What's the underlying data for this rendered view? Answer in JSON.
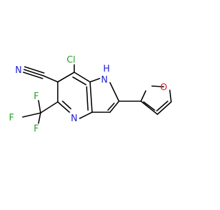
{
  "molecule": {
    "atoms": {
      "cl": "Cl",
      "n_nitrile": "N",
      "nh": "H",
      "nh_n": "N",
      "n_ring": "N",
      "o": "O",
      "f_top": "F",
      "f_left": "F",
      "f_bottom": "F"
    }
  },
  "colors": {
    "bond": "#000000",
    "nitrogen": "#1c1cd0",
    "oxygen": "#e02020",
    "chlorine": "#22a022",
    "fluorine": "#22a022"
  }
}
